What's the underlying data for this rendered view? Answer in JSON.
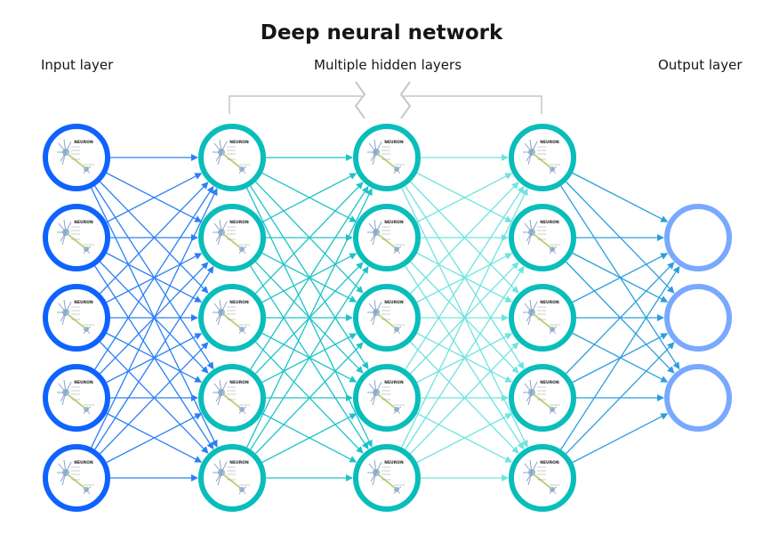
{
  "title": "Deep neural network",
  "labels": {
    "input": "Input layer",
    "hidden": "Multiple hidden layers",
    "output": "Output layer"
  },
  "neuron_image_text": "NEURON",
  "layers": [
    {
      "role": "input",
      "nodes": 5,
      "color": "#0f62fe",
      "has_neuron_image": true
    },
    {
      "role": "hidden",
      "nodes": 5,
      "color": "#08bdba",
      "has_neuron_image": true
    },
    {
      "role": "hidden",
      "nodes": 5,
      "color": "#08bdba",
      "has_neuron_image": true
    },
    {
      "role": "hidden",
      "nodes": 5,
      "color": "#08bdba",
      "has_neuron_image": true
    },
    {
      "role": "output",
      "nodes": 3,
      "color": "#78a9ff",
      "has_neuron_image": false
    }
  ],
  "edge_colors": [
    "#2b7ff5",
    "#1cc3c8",
    "#6fe3e0",
    "#2a9ee0"
  ],
  "bracket_color": "#c6c6c6"
}
